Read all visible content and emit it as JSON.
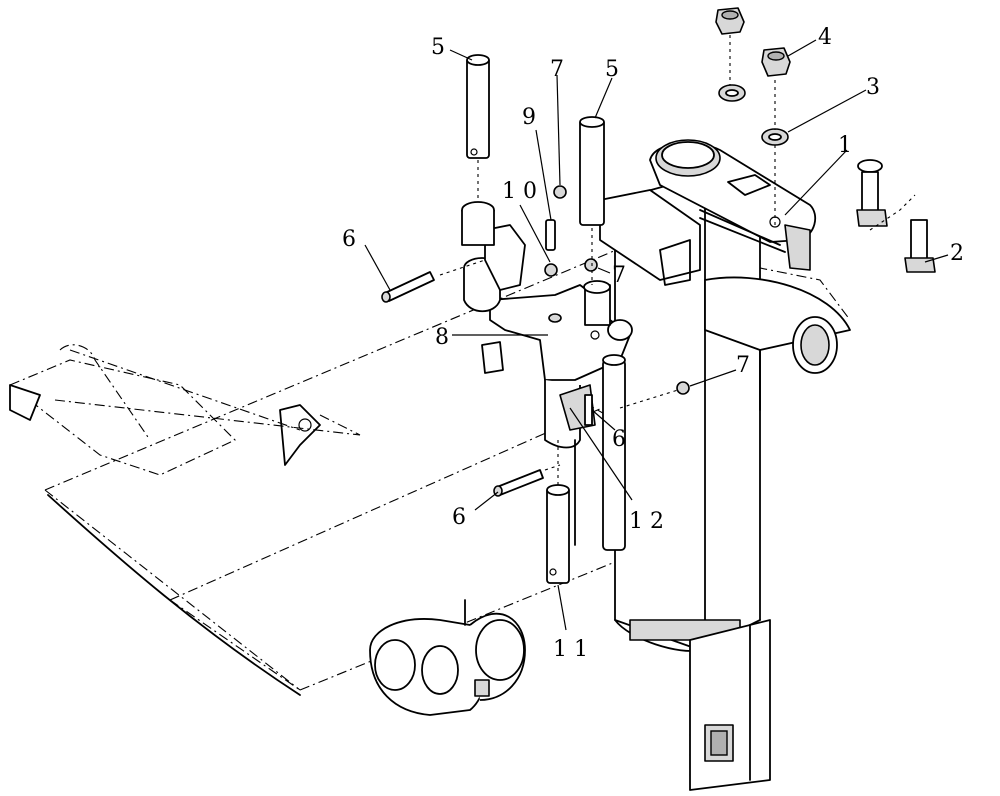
{
  "callouts": [
    {
      "id": "c1",
      "text": "1"
    },
    {
      "id": "c2",
      "text": "2"
    },
    {
      "id": "c3",
      "text": "3"
    },
    {
      "id": "c4",
      "text": "4"
    },
    {
      "id": "c5a",
      "text": "5"
    },
    {
      "id": "c5b",
      "text": "5"
    },
    {
      "id": "c6a",
      "text": "6"
    },
    {
      "id": "c6b",
      "text": "6"
    },
    {
      "id": "c6c",
      "text": "6"
    },
    {
      "id": "c7a",
      "text": "7"
    },
    {
      "id": "c7b",
      "text": "7"
    },
    {
      "id": "c7c",
      "text": "7"
    },
    {
      "id": "c8",
      "text": "8"
    },
    {
      "id": "c9",
      "text": "9"
    },
    {
      "id": "c10",
      "text": "1 0"
    },
    {
      "id": "c11",
      "text": "1 1"
    },
    {
      "id": "c12",
      "text": "1 2"
    }
  ]
}
